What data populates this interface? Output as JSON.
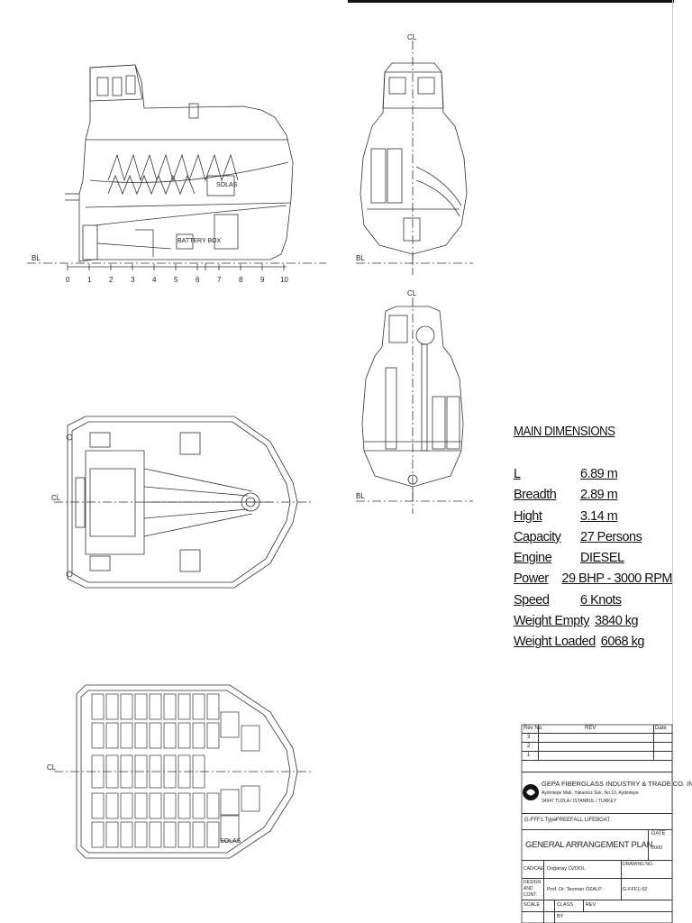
{
  "views": {
    "profile": {
      "baseline_label": "BL",
      "station_ticks": [
        "0",
        "1",
        "2",
        "3",
        "4",
        "5",
        "6",
        "7",
        "8",
        "9",
        "10"
      ],
      "interior_labels": [
        "SOLAS",
        "BATTERY BOX"
      ]
    },
    "section_fwd": {
      "cl_label": "CL",
      "baseline_label": "BL"
    },
    "section_aft": {
      "cl_label": "CL",
      "baseline_label": "BL"
    },
    "plan_top": {
      "cl_label": "CL"
    },
    "plan_seats": {
      "cl_label": "CL",
      "marking": "SOLAS"
    }
  },
  "main_dimensions": {
    "title": "MAIN DIMENSIONS",
    "rows": [
      {
        "label": "L",
        "value": "6.89 m"
      },
      {
        "label": "Breadth",
        "value": "2.89 m"
      },
      {
        "label": "Hight",
        "value": "3.14 m"
      },
      {
        "label": "Capacity",
        "value": "27 Persons"
      },
      {
        "label": "Engine",
        "value": "DIESEL"
      },
      {
        "label": "Power",
        "value": "29 BHP - 3000 RPM"
      },
      {
        "label": "Speed",
        "value": "6 Knots"
      },
      {
        "label": "Weight Empty",
        "value": "3840 kg"
      },
      {
        "label": "Weight Loaded",
        "value": "6068 kg"
      }
    ]
  },
  "title_block": {
    "rev_header": {
      "rev_no": "Rev No.",
      "rev": "REV",
      "date": "Date"
    },
    "rev_rows": [
      "3",
      "2",
      "1"
    ],
    "company": "GEPA FIBERGLASS INDUSTRY & TRADE CO. INC.",
    "address1": "Aydıntepe Mah. Yakamoz Sok. No:10, Aydıntepe",
    "address2": "34947 TUZLA / ISTANBUL / TURKEY",
    "type_label": "G-FFF1 Type",
    "type_value": "FREEFALL LIFEBOAT",
    "drawing_title": "GENERAL ARRANGEMENT PLAN",
    "date_label": "DATE",
    "date_value": "2000",
    "cad_label": "CAD/CAE",
    "cad_value": "Doğanay ÖZDOL",
    "drawing_no_label": "DRAWING NO.",
    "design_label": "DESIGN AND CONT.",
    "design_value": "Prof. Dr. Teoman ÖZALP",
    "drawing_no_value": "G-FFF1-02",
    "scale_label": "SCALE",
    "class_label": "CLASS",
    "rev_label": "REV",
    "by_label": "BY"
  }
}
